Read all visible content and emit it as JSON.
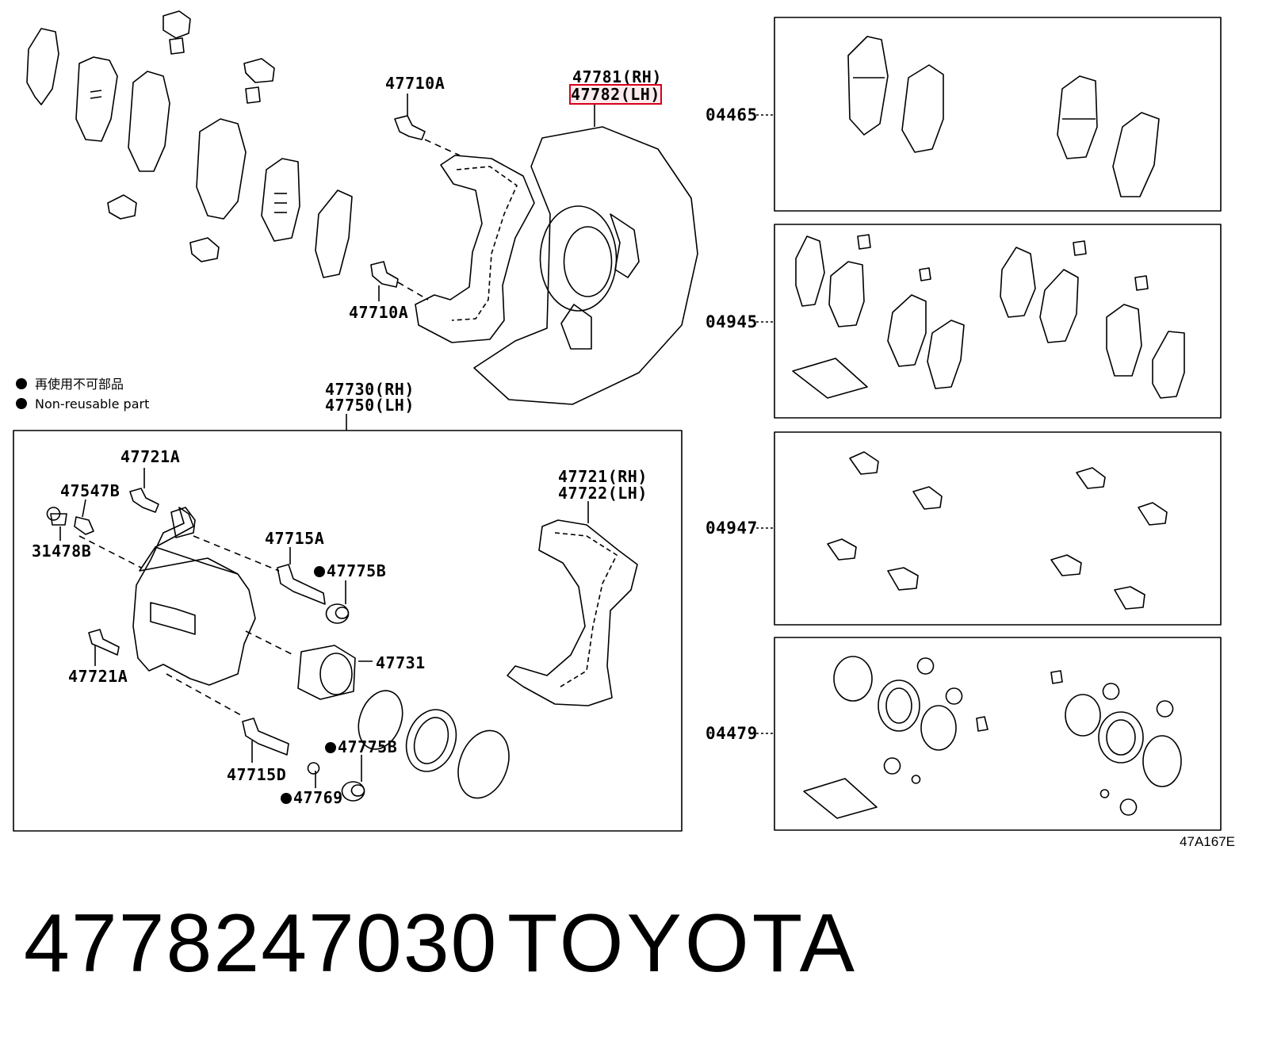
{
  "callouts": {
    "bolt_top": "47710A",
    "bolt_mid": "47710A",
    "shield_rh": "47781(RH)",
    "shield_lh": "47782(LH)",
    "caliper_rh": "47730(RH)",
    "caliper_lh": "47750(LH)",
    "bolt_upper": "47721A",
    "bleeder": "47547B",
    "cap": "31478B",
    "pin_upper": "47715A",
    "boot_upper": "47775B",
    "piston": "47731",
    "bolt_lower": "47721A",
    "pin_lower": "47715D",
    "boot_lower": "47775B",
    "seal_small": "47769",
    "mount_rh": "47721(RH)",
    "mount_lh": "47722(LH)"
  },
  "kits": [
    {
      "code": "04465"
    },
    {
      "code": "04945"
    },
    {
      "code": "04947"
    },
    {
      "code": "04479"
    }
  ],
  "legend": {
    "japanese": "再使用不可部品",
    "english": "Non-reusable part"
  },
  "illustration_code": "47A167E",
  "footer": {
    "part_number": "4778247030",
    "brand": "TOYOTA"
  },
  "colors": {
    "highlight": "#d6001c",
    "line": "#000000"
  }
}
